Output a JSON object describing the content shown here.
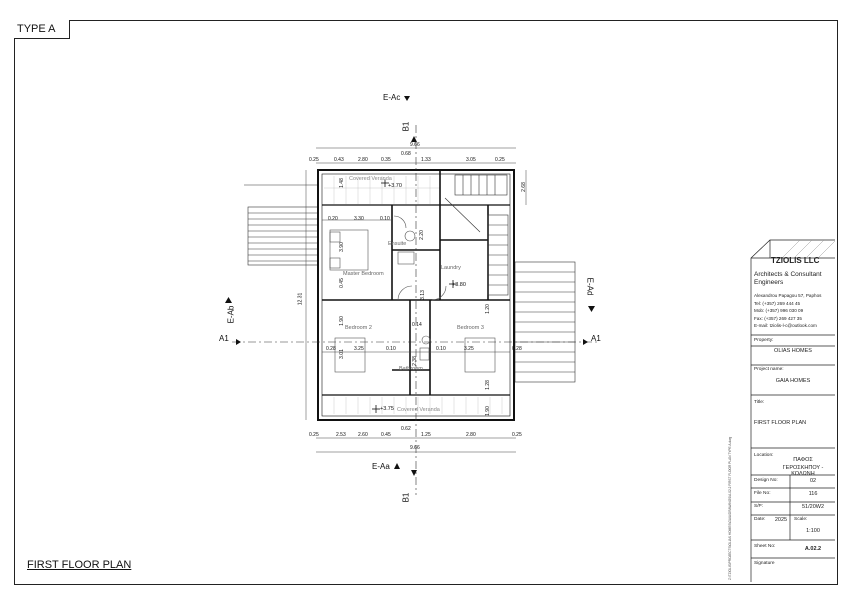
{
  "sheet": {
    "type_tab": "TYPE A",
    "title": "FIRST FLOOR PLAN"
  },
  "elevation_marks": {
    "top": "E-Ac",
    "bottom": "E-Aa",
    "left": "E-Ab",
    "right": "E-Ad"
  },
  "section_marks": {
    "a_left": "A1",
    "a_right": "A1",
    "b_top": "B1",
    "b_bottom": "B1"
  },
  "rooms": {
    "covered_veranda_top": "Covered Veranda",
    "covered_veranda_bottom": "Covered Veranda",
    "master_bedroom": "Master Bedroom",
    "ensuite": "Ensuite",
    "laundry": "Laundry",
    "bedroom2": "Bedroom 2",
    "bedroom3": "Bedroom 3",
    "bathroom": "Bathroom"
  },
  "levels": {
    "top": "+3.70",
    "mid": "+3.80",
    "bottom": "+3.75"
  },
  "dimensions": {
    "top_row1": [
      "0.25",
      "0.43",
      "2.80",
      "0.35",
      "1.33",
      "3.05",
      "0.25"
    ],
    "top_row2": "0.68",
    "top_total": "9.66",
    "master_row": [
      "0.20",
      "3.30",
      "0.10"
    ],
    "bed_row": [
      "0.28",
      "3.25",
      "0.10",
      "0.10",
      "3.25",
      "0.28"
    ],
    "bottom_row1": [
      "0.25",
      "2.53",
      "2.60",
      "0.45",
      "1.25",
      "2.80",
      "0.25"
    ],
    "bottom_row2": "0.62",
    "bottom_total": "9.66",
    "left_total": "12.31",
    "right_top": "2.68",
    "misc": [
      "3.90",
      "1.48",
      "0.45",
      "2.20",
      "3.13",
      "1.90",
      "3.01",
      "1.28",
      "1.90",
      "1.20",
      "0.14",
      "2.38"
    ]
  },
  "title_block": {
    "firm": "TZIOLIS LLC",
    "firm_sub": "Architects & Consultant Engineers",
    "address": "Alexandrou Papagou 57, Paphos",
    "tel": "Tel:    (+357) 269 444 45",
    "mob": "Mob:  (+357) 996 030 09",
    "fax": "Fax:   (+357) 269 427 35",
    "email": "E-mail: tziolis-l-c@outlook.com",
    "property_label": "Property:",
    "property": "OLIAS HOMES",
    "project_label": "Project name:",
    "project": "GAIA HOMES",
    "title_label": "Title:",
    "title": "FIRST FLOOR PLAN",
    "location_label": "Location:",
    "location1": "ΠΑΦΟΣ",
    "location2": "ΓΕΡΟΣΚΗΠΟΥ - ΚΟΛΩΝΗ",
    "design_label": "Design No:",
    "design": "02",
    "file_label": "File No:",
    "file": "116",
    "sp_label": "S/P:",
    "sp": "51/20W2",
    "date_label": "Date:",
    "date": "2025",
    "scale_label": "Scale:",
    "scale": "1:100",
    "sheet_label": "Sheet No:",
    "sheet": "A.02.2",
    "signature_label": "Signature",
    "side_text": "Z:\\TZIOLIS\\PROJECTS\\OLIAS HOMES\\GAIA\\DRAWINGS\\A.02.2 FIRST FLOOR PLAN TYPE A.dwg"
  }
}
